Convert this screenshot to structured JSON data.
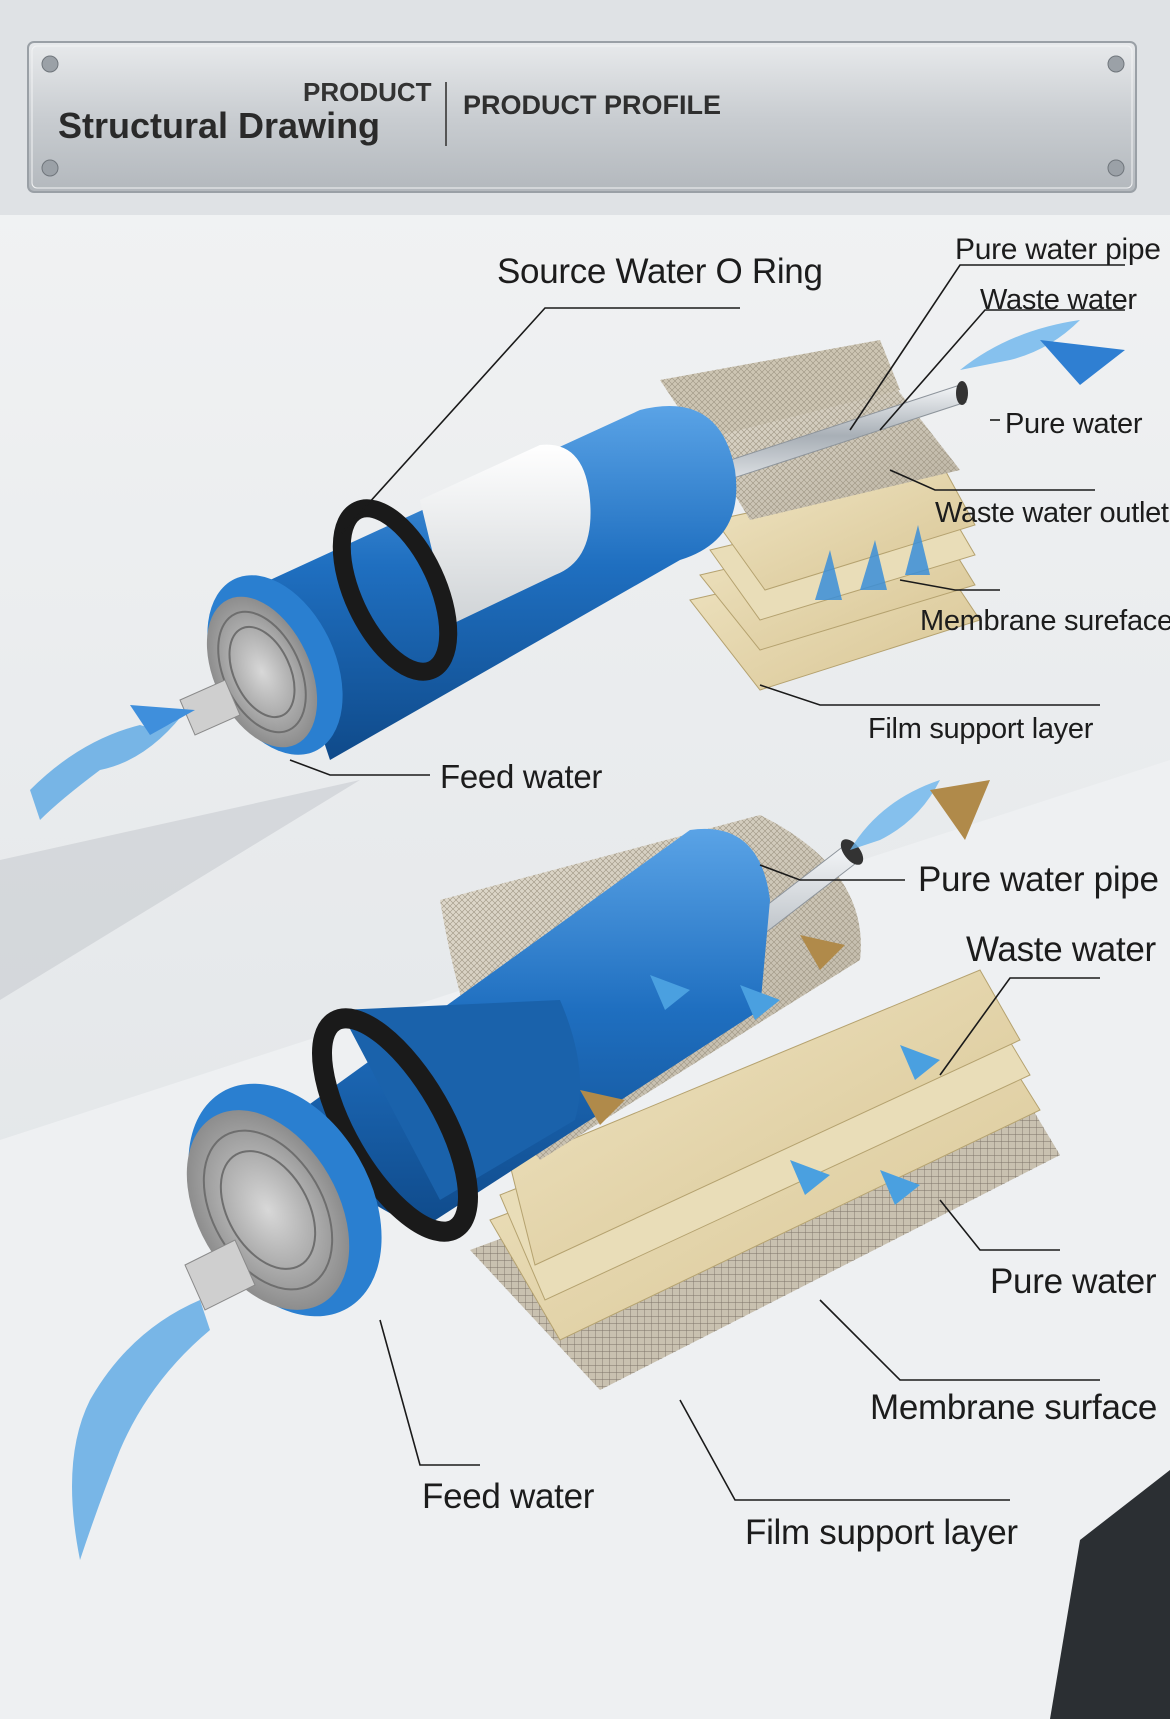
{
  "header": {
    "kicker": "PRODUCT",
    "title": "Structural Drawing",
    "section": "PRODUCT PROFILE"
  },
  "top_diagram": {
    "labels": {
      "source_water_o_ring": "Source Water O Ring",
      "pure_water_pipe": "Pure water pipe",
      "waste_water": "Waste water",
      "pure_water": "Pure water",
      "waste_water_outlet": "Waste water outlet",
      "membrane_surface": "Membrane sureface",
      "film_support_layer": "Film support layer",
      "feed_water": "Feed water"
    }
  },
  "bottom_diagram": {
    "labels": {
      "pure_water_pipe": "Pure water pipe",
      "waste_water": "Waste water",
      "pure_water": "Pure water",
      "membrane_surface": "Membrane surface",
      "feed_water": "Feed water",
      "film_support_layer": "Film support layer"
    }
  },
  "colors": {
    "cartridge_blue": "#1f6fc0",
    "seal_black": "#1a1a1a",
    "membrane_beige": "#e6d7ad",
    "water_blue": "#4aa0e0",
    "pipe_steel": "#c9ced4",
    "arrow_brown": "#b08a4a"
  }
}
